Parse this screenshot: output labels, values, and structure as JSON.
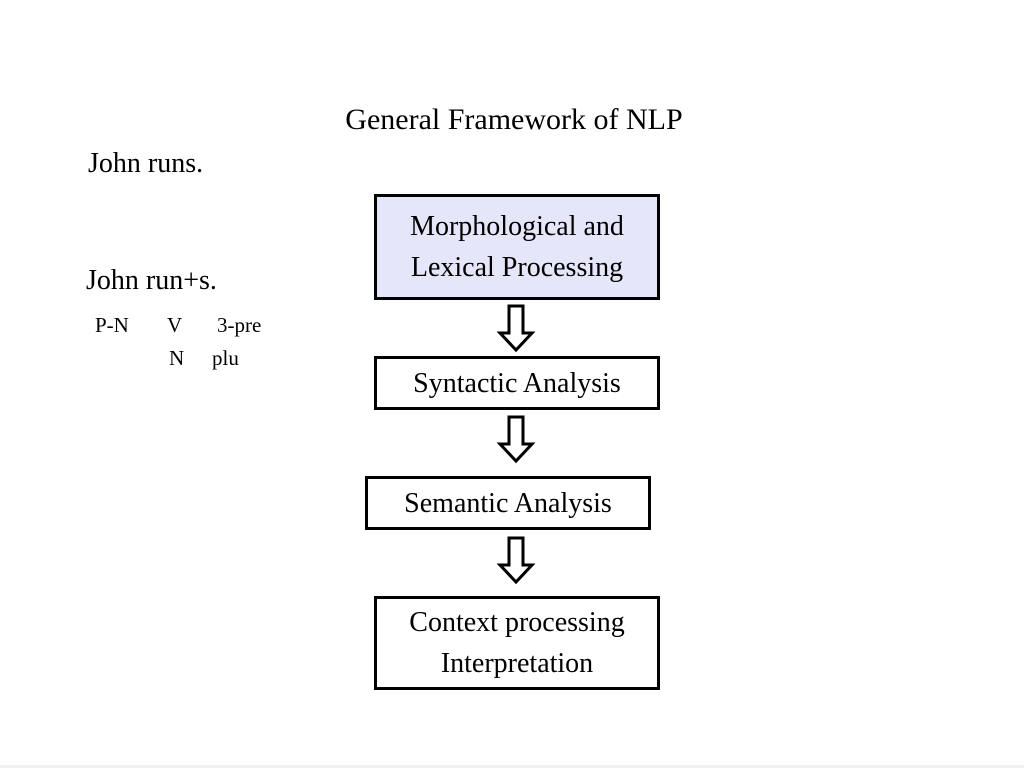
{
  "title": "General Framework of NLP",
  "example": {
    "sentence": "John runs.",
    "morph_analysis": "John run+s.",
    "tags_line1": [
      "P-N",
      "V",
      "3-pre"
    ],
    "tags_line2": [
      "N",
      "plu"
    ]
  },
  "flow": {
    "steps": [
      {
        "lines": [
          "Morphological and",
          "Lexical Processing"
        ],
        "fill": "#e6e6fa"
      },
      {
        "lines": [
          "Syntactic Analysis"
        ],
        "fill": "#ffffff"
      },
      {
        "lines": [
          "Semantic Analysis"
        ],
        "fill": "#ffffff"
      },
      {
        "lines": [
          "Context processing",
          "Interpretation"
        ],
        "fill": "#ffffff"
      }
    ]
  }
}
